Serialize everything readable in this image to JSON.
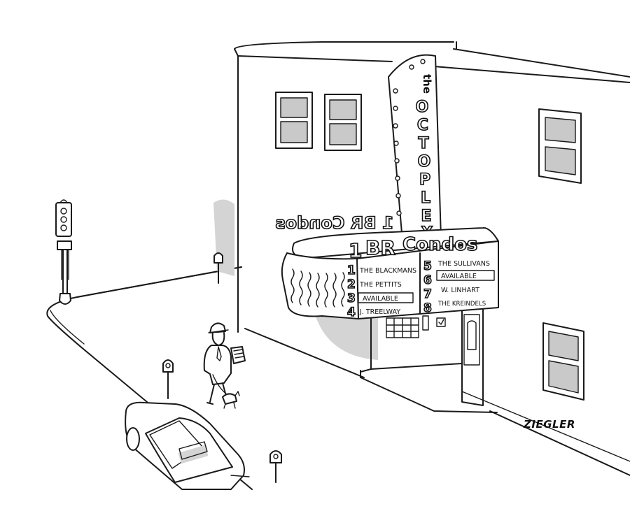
{
  "vertical_sign": {
    "small_word": "the",
    "letters": [
      "O",
      "C",
      "T",
      "O",
      "P",
      "L",
      "E",
      "X"
    ]
  },
  "marquee": {
    "headline": [
      "1",
      "BR",
      "Condos"
    ],
    "headline_reversed": "1 BR Condos",
    "left_numbers": [
      "1",
      "2",
      "3",
      "4"
    ],
    "right_numbers": [
      "5",
      "6",
      "7",
      "8"
    ],
    "left_entries": [
      "THE BLACKMANS",
      "THE PETTITS",
      "AVAILABLE",
      "J. TREELWAY"
    ],
    "right_entries": [
      "THE SULLIVANS",
      "AVAILABLE",
      "W. LINHART",
      "THE KREINDELS"
    ]
  },
  "signature": "ZIEGLER"
}
